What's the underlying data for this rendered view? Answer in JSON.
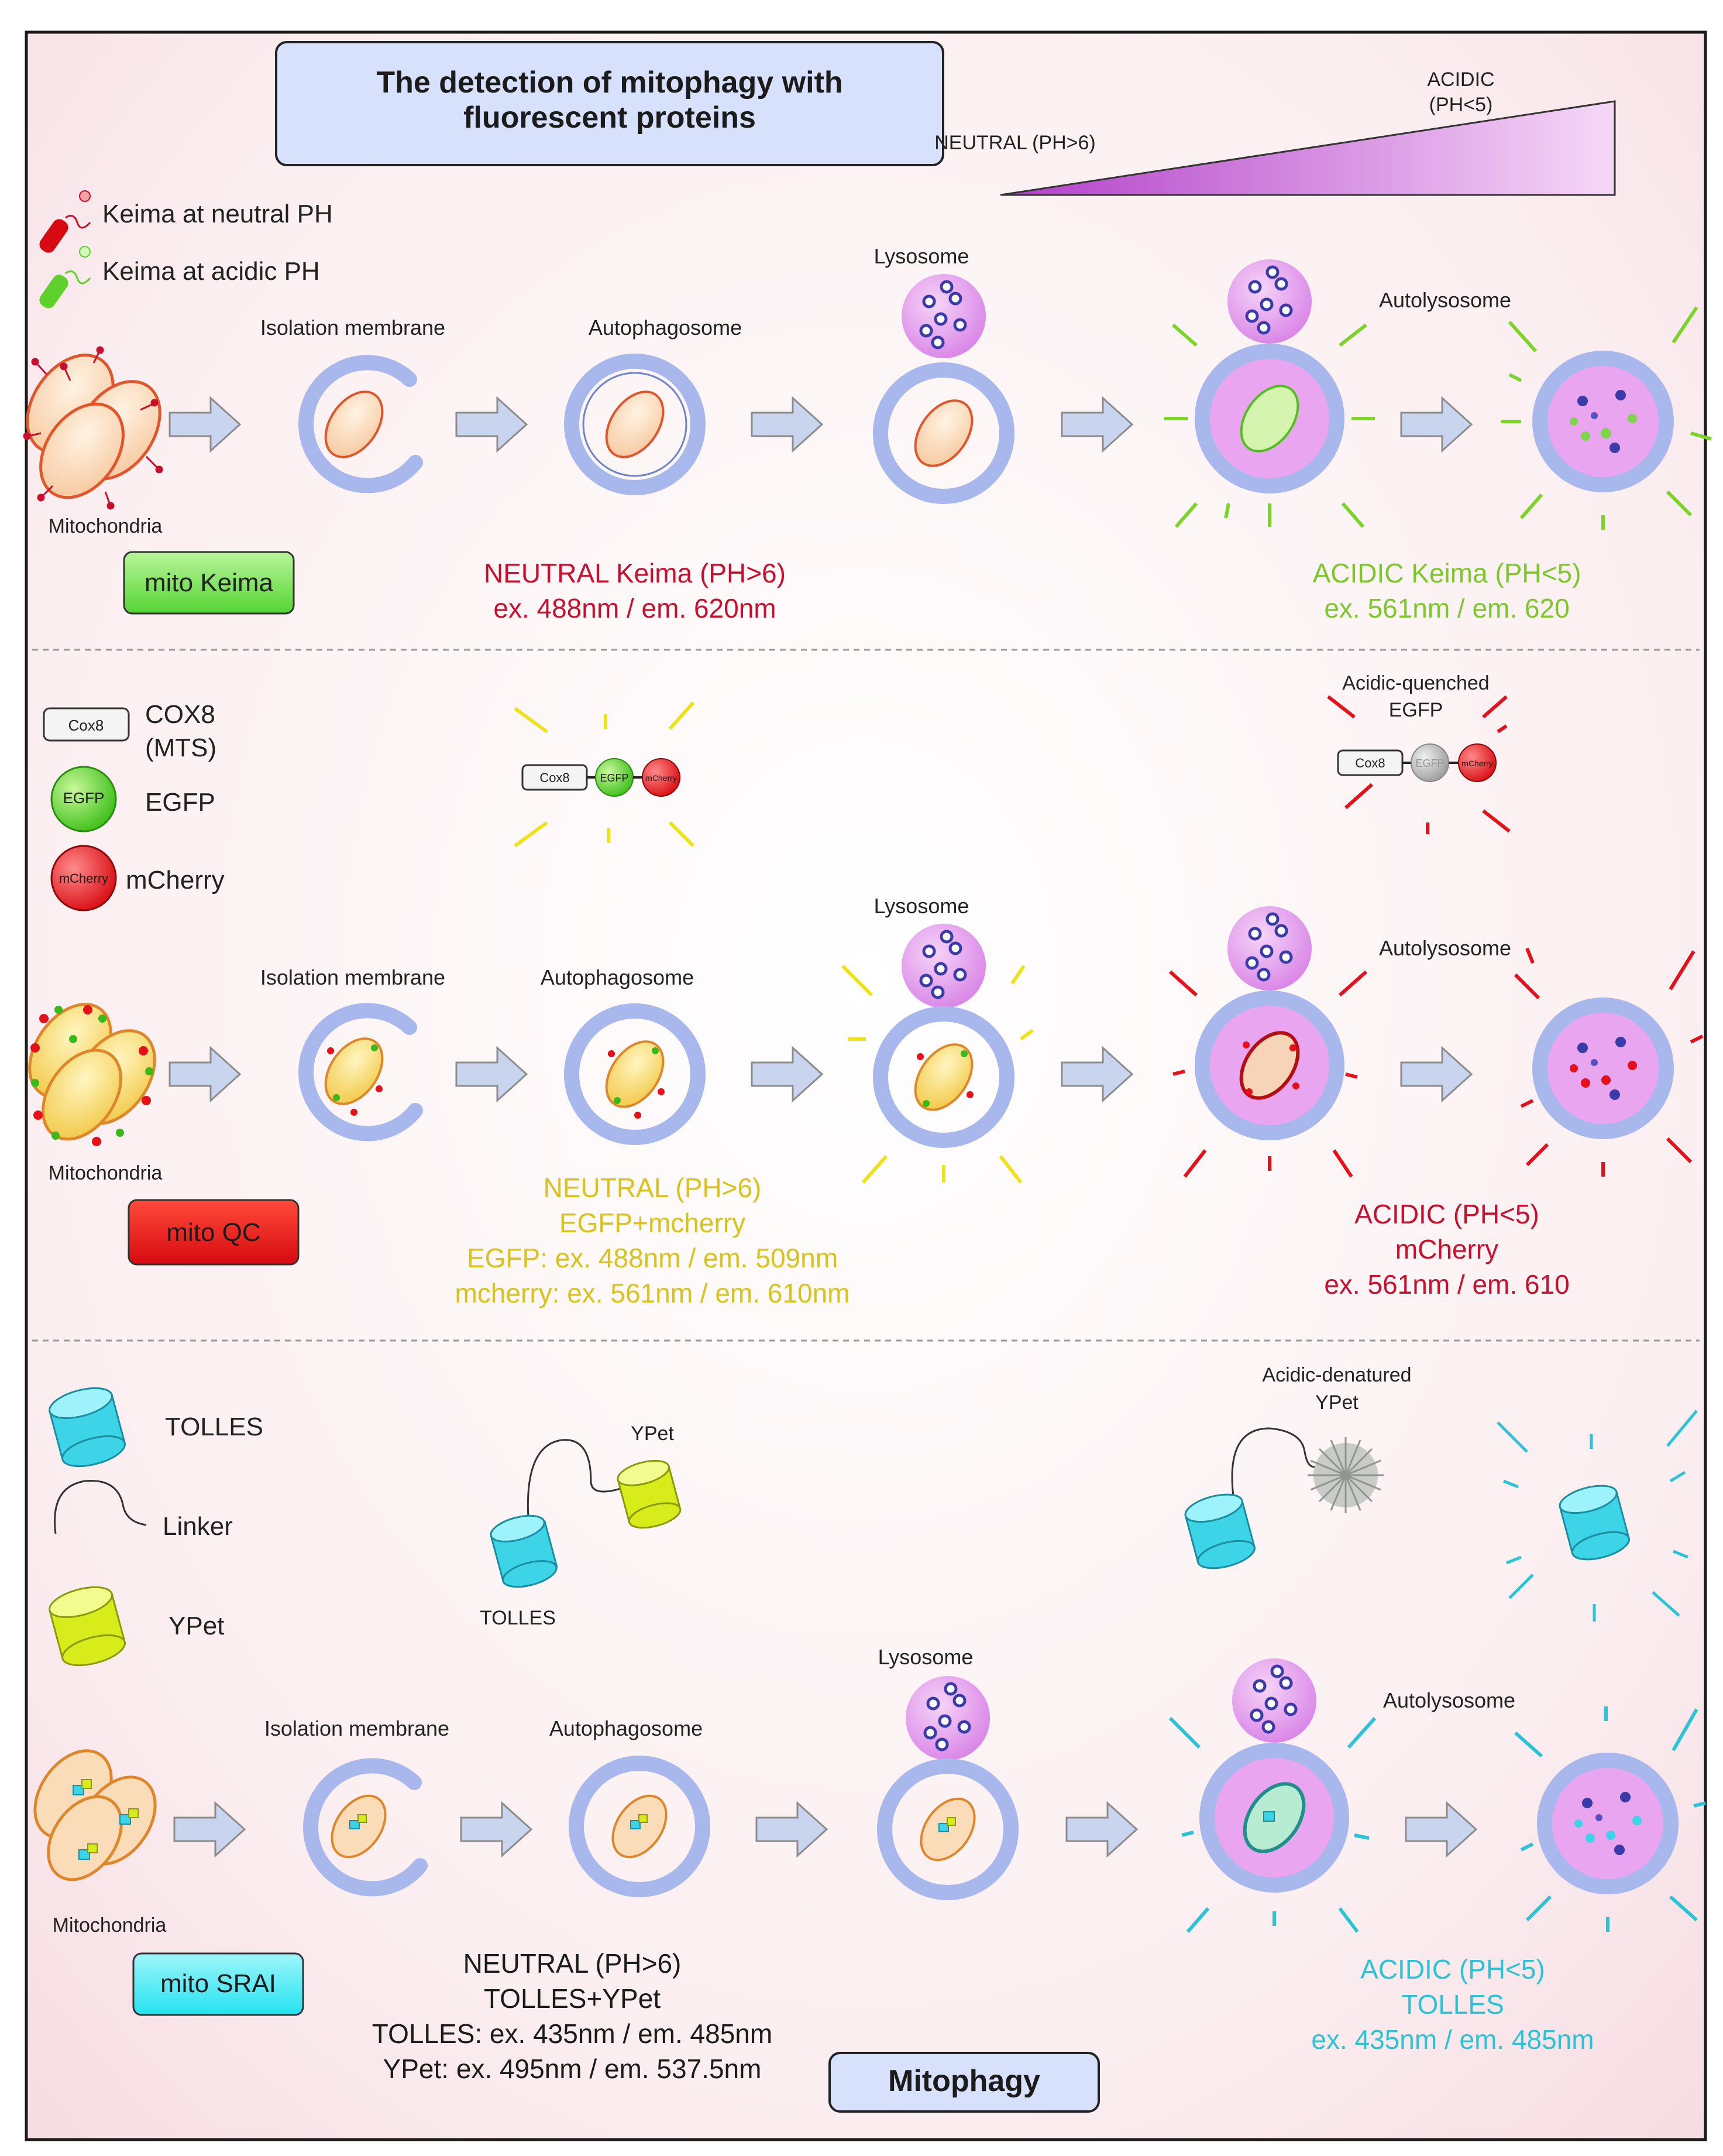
{
  "title": {
    "line1": "The detection of mitophagy with",
    "line2": "fluorescent proteins"
  },
  "ph_scale": {
    "acidic": "ACIDIC",
    "acidic_ph": "(PH<5)",
    "neutral": "NEUTRAL (PH>6)"
  },
  "stages": {
    "mitochondria": "Mitochondria",
    "isolation": "Isolation membrane",
    "autophagosome": "Autophagosome",
    "lysosome": "Lysosome",
    "autolysosome": "Autolysosome"
  },
  "panel1": {
    "legend_neutral": "Keima at neutral PH",
    "legend_acidic": "Keima at acidic PH",
    "badge": "mito Keima",
    "neutral_l1": "NEUTRAL Keima (PH>6)",
    "neutral_l2": "ex. 488nm / em. 620nm",
    "acidic_l1": "ACIDIC Keima (PH<5)",
    "acidic_l2": "ex. 561nm / em. 620"
  },
  "panel2": {
    "cox8": "Cox8",
    "cox8_title": "COX8",
    "mts": "(MTS)",
    "egfp": "EGFP",
    "egfp_title": "EGFP",
    "mcherry": "mCherry",
    "mcherry_title": "mCherry",
    "mcherry_small": "mCherry",
    "quenched_l1": "Acidic-quenched",
    "quenched_l2": "EGFP",
    "badge": "mito QC",
    "neutral_l1": "NEUTRAL (PH>6)",
    "neutral_l2": "EGFP+mcherry",
    "neutral_l3": "EGFP: ex. 488nm / em. 509nm",
    "neutral_l4": "mcherry: ex. 561nm / em. 610nm",
    "acidic_l1": "ACIDIC (PH<5)",
    "acidic_l2": "mCherry",
    "acidic_l3": "ex. 561nm / em. 610"
  },
  "panel3": {
    "tolles": "TOLLES",
    "linker": "Linker",
    "ypet": "YPet",
    "ypet_small": "YPet",
    "tolles_small": "TOLLES",
    "denatured_l1": "Acidic-denatured",
    "denatured_l2": "YPet",
    "badge": "mito SRAI",
    "neutral_l1": "NEUTRAL (PH>6)",
    "neutral_l2": "TOLLES+YPet",
    "neutral_l3": "TOLLES: ex. 435nm / em. 485nm",
    "neutral_l4": "YPet: ex. 495nm / em. 537.5nm",
    "acidic_l1": "ACIDIC (PH<5)",
    "acidic_l2": "TOLLES",
    "acidic_l3": "ex. 435nm / em. 485nm",
    "footer": "Mitophagy"
  },
  "colors": {
    "red": "#c8102e",
    "green": "#7cd42a",
    "yellow": "#d9c21a",
    "cyan": "#2bc4d6",
    "membrane": "#a9b8ec",
    "lyso": "#e8a8f0",
    "arrow": "#c9d4ee"
  }
}
